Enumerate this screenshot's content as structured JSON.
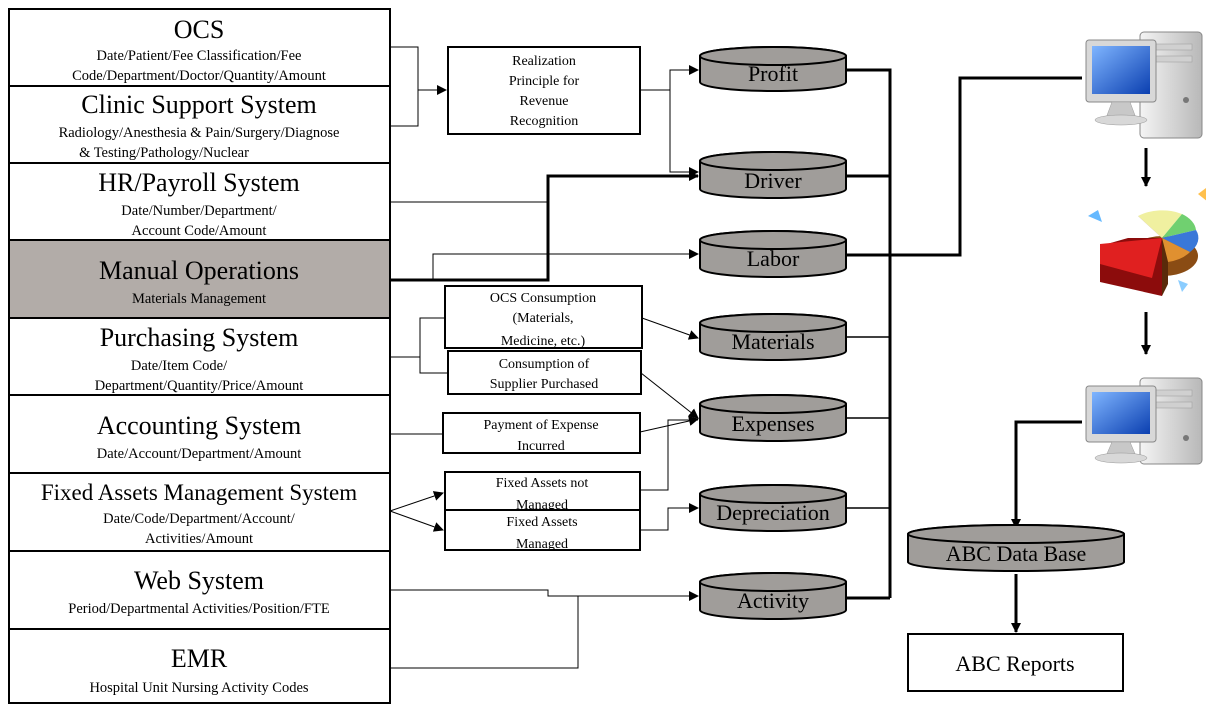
{
  "systems": [
    {
      "id": "ocs",
      "title": "OCS",
      "lines": [
        "Date/Patient/Fee Classification/Fee",
        "Code/Department/Doctor/Quantity/Amount"
      ],
      "shaded": false
    },
    {
      "id": "clinic",
      "title": "Clinic  Support System",
      "lines": [
        "Radiology/Anesthesia & Pain/Surgery/Diagnose",
        "& Testing/Pathology/Nuclear"
      ],
      "shaded": false
    },
    {
      "id": "hr",
      "title": "HR/Payroll System",
      "lines": [
        "Date/Number/Department/",
        "Account Code/Amount"
      ],
      "shaded": false
    },
    {
      "id": "manual",
      "title": "Manual Operations",
      "lines": [
        "Materials Management"
      ],
      "shaded": true
    },
    {
      "id": "purchasing",
      "title": "Purchasing System",
      "lines": [
        "Date/Item Code/",
        "Department/Quantity/Price/Amount"
      ],
      "shaded": false
    },
    {
      "id": "accounting",
      "title": "Accounting System",
      "lines": [
        "Date/Account/Department/Amount"
      ],
      "shaded": false
    },
    {
      "id": "fixed",
      "title": "Fixed Assets Management  System",
      "lines": [
        "Date/Code/Department/Account/",
        "Activities/Amount"
      ],
      "shaded": false
    },
    {
      "id": "web",
      "title": "Web System",
      "lines": [
        "Period/Departmental Activities/Position/FTE"
      ],
      "shaded": false
    },
    {
      "id": "emr",
      "title": "EMR",
      "lines": [
        "Hospital Unit Nursing Activity Codes"
      ],
      "shaded": false
    }
  ],
  "processes": [
    {
      "id": "realization",
      "lines": [
        "Realization",
        "Principle  for",
        "Revenue",
        "Recognition"
      ]
    },
    {
      "id": "ocs-consumption",
      "lines": [
        "OCS Consumption",
        "(Materials,",
        "Medicine,  etc.)"
      ]
    },
    {
      "id": "consumption-supplier",
      "lines": [
        "Consumption  of",
        "Supplier Purchased"
      ]
    },
    {
      "id": "payment-expense",
      "lines": [
        "Payment of Expense",
        "Incurred"
      ]
    },
    {
      "id": "fixed-not-managed",
      "lines": [
        "Fixed Assets not",
        "Managed"
      ]
    },
    {
      "id": "fixed-managed",
      "lines": [
        "Fixed Assets",
        "Managed"
      ]
    }
  ],
  "cylinders": [
    {
      "id": "profit",
      "label": "Profit"
    },
    {
      "id": "driver",
      "label": "Driver"
    },
    {
      "id": "labor",
      "label": "Labor"
    },
    {
      "id": "materials",
      "label": "Materials"
    },
    {
      "id": "expenses",
      "label": "Expenses"
    },
    {
      "id": "depreciation",
      "label": "Depreciation"
    },
    {
      "id": "activity",
      "label": "Activity"
    }
  ],
  "database": {
    "label": "ABC Data Base"
  },
  "reports": {
    "label": "ABC Reports"
  },
  "icons": [
    "computer-icon",
    "pie-chart-icon",
    "computer-icon"
  ],
  "colors": {
    "shaded_box": "#b2aca8",
    "cylinder_fill": "#a09d9a",
    "line": "#000000"
  }
}
